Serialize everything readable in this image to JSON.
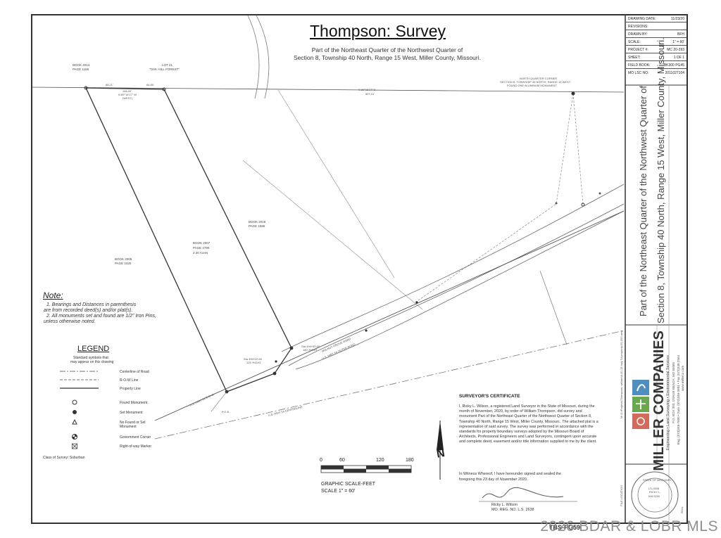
{
  "title": "Thompson: Survey",
  "subtitle_lines": [
    "Part of the Northeast Quarter of the Northwest Quarter of",
    "Section 8, Township 40 North, Range 15 West, Miller County, Missouri."
  ],
  "title_block": [
    {
      "label": "DRAWING DATE:",
      "value": "11/23/20"
    },
    {
      "label": "REVISIONS:",
      "value": ""
    },
    {
      "label": "DRAWN BY:",
      "value": "BFH"
    },
    {
      "label": "SCALE:",
      "value": "1\" = 60'"
    },
    {
      "label": "PROJECT #:",
      "value": "MC 20-393"
    },
    {
      "label": "SHEET:",
      "value": "1 OF 1"
    },
    {
      "label": "FIELD BOOK:",
      "value": "BK300 PG45"
    },
    {
      "label": "MO LSC NO:",
      "value": "2011027104"
    }
  ],
  "side_description": [
    "Part of the Northeast Quarter of the Northwest Quarter of",
    "Section 8, Township 40 North, Range 15 West, Miller County, Missouri."
  ],
  "company": {
    "name": "MILLER COMPANIES",
    "tagline": "Engineering • Land Surveying • Environmental Services",
    "address": "P.O. BOX 393, OSAGE BEACH, MO 65065",
    "contact": "Eng. (573)348-7600 • Surv. (573)348-2684 • Fax (573)348-2564",
    "web": "www.millerco.com",
    "brand_color": "#4f8fc0"
  },
  "map_labels": {
    "book2014": [
      "BOOK 2014",
      "PAGE 1185"
    ],
    "lot21": [
      "LOT 21",
      "\"OAK HILL FOREST\""
    ],
    "book2018": [
      "BOOK 2018",
      "PAGE 1586"
    ],
    "book2007": [
      "BOOK 2007",
      "PAGE 4790",
      "2.20 Acres"
    ],
    "book2005": [
      "BOOK 2005",
      "PAGE 1020"
    ],
    "north_corner": [
      "NORTH QUARTER CORNER",
      "SECTION 8, TOWNSHIP 40 NORTH, RANGE 15 WEST",
      "FOUND ONE ALUMINUM MONUMENT"
    ],
    "top_dims": {
      "d1": "88.21'",
      "d2": "66.80'",
      "d3": "166.00'",
      "bearing": "N 89°16'17\" W",
      "bearing2": "(WEST)"
    },
    "east_line": {
      "bearing": "S 89°16'17\" E",
      "dist": "807.01'"
    },
    "sta1": [
      "Sta 490+20.50",
      "125' RIGHT"
    ],
    "sta2": [
      "Sta 494+80.00",
      "180' RIGHT"
    ],
    "road1": "WALNUT GROVE ROAD",
    "road2": "U.S. HWY 54 OUTER ROAD",
    "row": "U.S. HWY 54 R-O-W",
    "centerline": "U.S. HWY 54 CENTERLINE",
    "pob": "P.O.B."
  },
  "note": {
    "heading": "Note:",
    "lines": [
      "1. Bearings and Distances in parenthesis",
      "are from recorded deed(s) and/or plat(s).",
      "2. All monuments set and found are 1/2\" Iron Pins,",
      "unless otherwise noted."
    ]
  },
  "legend": {
    "title": "LEGEND",
    "subtitle": [
      "Standard symbols that",
      "may appear on this drawing"
    ],
    "items": [
      {
        "symbol": "centerline",
        "label": "Centerline of Road"
      },
      {
        "symbol": "row",
        "label": "R-O-W Line"
      },
      {
        "symbol": "property",
        "label": "Property Line"
      },
      {
        "symbol": "found",
        "label": "Found Monument"
      },
      {
        "symbol": "set",
        "label": "Set Monument"
      },
      {
        "symbol": "nofound",
        "label": "No Found or Set Monument"
      },
      {
        "symbol": "govcorner",
        "label": "Government Corner"
      },
      {
        "symbol": "rowmarker",
        "label": "Right-of-way Marker"
      }
    ],
    "class_of_survey": "Class of Survey: Suburban"
  },
  "scale_bar": {
    "ticks": [
      "0",
      "60",
      "120",
      "180"
    ],
    "label": "GRAPHIC SCALE-FEET",
    "scale": "SCALE 1\" = 60'"
  },
  "certificate": {
    "heading": "SURVEYOR'S CERTIFICATE",
    "body": "I, Ricky L. Wilson, a registered Land Surveyor in the State of Missouri, during the month of November, 2020, by order of William Thompson, did survey and monument Part of the Northeast Quarter of the Northwest Quarter of Section 8, Township 40 North, Range 15 West, Miller County, Missouri.. The attached plat is a representation of said survey. The survey was performed in accordance with the standards for property boundary surveys adopted by the Missouri Board of Architects, Professional Engineers and Land Surveyors, contingent upon accurate and complete deed, easement and/or title information supplied to me by the client.",
    "witness_line1": "In Witness Whereof, I have hereunder signed and sealed the",
    "witness_line2_pre": "foregoing this",
    "witness_day": "23",
    "witness_mid": "day of",
    "witness_month": "November",
    "witness_year": "2020.",
    "sig_name": "Ricky L. Wilson",
    "reg": "MO. REG. NO. L.S. 2638"
  },
  "seal": {
    "lines": [
      "STATE OF MISSOURI",
      "RICKY L.",
      "WILSON",
      "LS-2638"
    ]
  },
  "file_path": "M:\\G:\\ProjectsThompson, william\\8-40-15 hwy 54 property\\20-393.dwg",
  "file_location_label": "FILE LOCATION",
  "seal_label": "SEAL",
  "bottom_code": "TBS-PG59",
  "watermark": "2026 BDAR & LOBR MLS"
}
